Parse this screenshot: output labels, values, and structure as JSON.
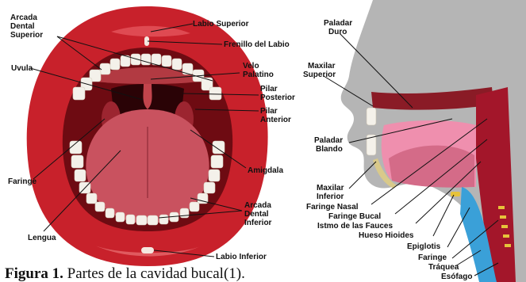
{
  "colors": {
    "lip": "#c8212b",
    "mouth_dark": "#6e0b12",
    "tongue": "#c9525f",
    "teeth": "#f4f1ea",
    "skin": "#b5b5b5",
    "pink": "#ef8fae",
    "blue": "#3aa0d8"
  },
  "mouth_labels": {
    "arcada_dental_superior": [
      "Arcada",
      "Dental",
      "Superior"
    ],
    "labio_superior": "Labio Superior",
    "frenillo_labio": "Frenillo del Labio",
    "uvula": "Uvula",
    "velo_palatino": [
      "Velo",
      "Palatino"
    ],
    "pilar_posterior": [
      "Pilar",
      "Posterior"
    ],
    "pilar_anterior": [
      "Pilar",
      "Anterior"
    ],
    "faringe": "Faringe",
    "amigdala": "Amigdala",
    "arcada_dental_inferior": [
      "Arcada",
      "Dental",
      "Inferior"
    ],
    "lengua": "Lengua",
    "labio_inferior": "Labio Inferior"
  },
  "section_labels": {
    "paladar_duro": [
      "Paladar",
      "Duro"
    ],
    "maxilar_superior": [
      "Maxilar",
      "Superior"
    ],
    "paladar_blando": [
      "Paladar",
      "Blando"
    ],
    "maxilar_inferior": [
      "Maxilar",
      "Inferior"
    ],
    "faringe_nasal": "Faringe Nasal",
    "faringe_bucal": "Faringe Bucal",
    "istmo_fauces": "Istmo de las Fauces",
    "hueso_hioides": "Hueso Hioides",
    "epiglotis": "Epiglotis",
    "faringe": "Faringe",
    "traquea": "Tráquea",
    "esofago": "Esófago"
  },
  "caption": {
    "prefix": "Figura 1.",
    "text": " Partes de la cavidad bucal(1)."
  }
}
